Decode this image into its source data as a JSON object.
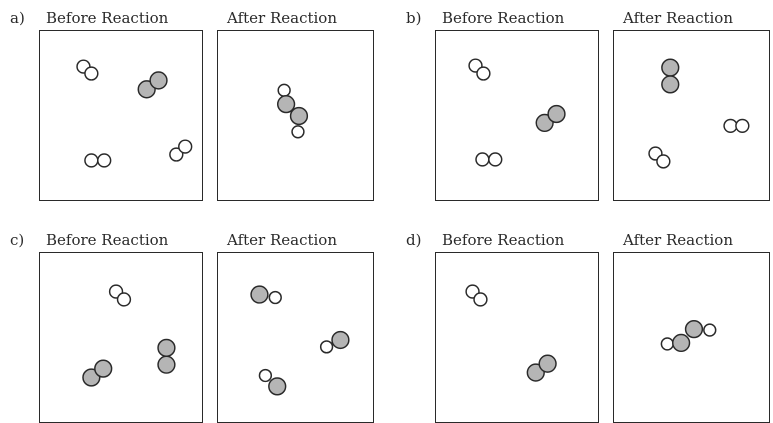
{
  "colors": {
    "gray_atom": "#b5b5b5",
    "white_atom": "#ffffff",
    "stroke": "#2a2a2a"
  },
  "panels": [
    {
      "letter": "a)",
      "before_title": "Before Reaction",
      "after_title": "After Reaction",
      "before_molecules": [
        "white-white",
        "gray-gray",
        "white-white",
        "white-white"
      ],
      "after_molecules": [
        "white-gray-gray-white"
      ]
    },
    {
      "letter": "b)",
      "before_title": "Before Reaction",
      "after_title": "After Reaction",
      "before_molecules": [
        "white-white",
        "gray-gray",
        "white-white"
      ],
      "after_molecules": [
        "gray-gray",
        "white-white",
        "white-white"
      ]
    },
    {
      "letter": "c)",
      "before_title": "Before Reaction",
      "after_title": "After Reaction",
      "before_molecules": [
        "white-white",
        "gray-gray",
        "gray-gray"
      ],
      "after_molecules": [
        "gray-white",
        "white-gray",
        "white-gray"
      ]
    },
    {
      "letter": "d)",
      "before_title": "Before Reaction",
      "after_title": "After Reaction",
      "before_molecules": [
        "white-white",
        "gray-gray"
      ],
      "after_molecules": [
        "white-gray-gray-white"
      ]
    }
  ]
}
